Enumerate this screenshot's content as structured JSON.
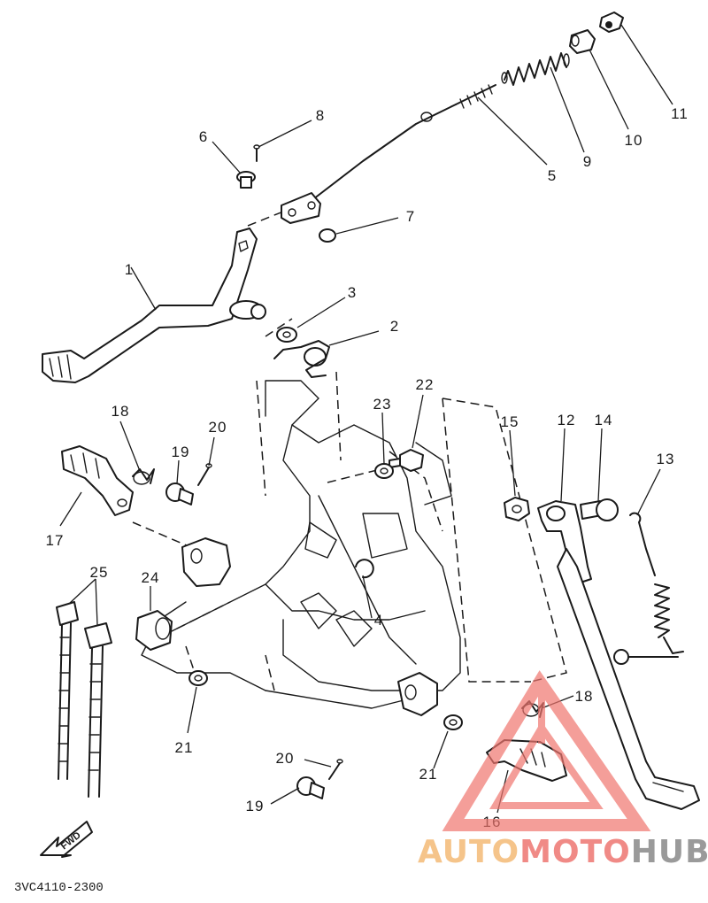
{
  "diagram": {
    "part_code": "3VC4110-2300",
    "fwd_label": "FWD",
    "callouts": [
      {
        "id": "c1",
        "label": "1"
      },
      {
        "id": "c2",
        "label": "2"
      },
      {
        "id": "c3",
        "label": "3"
      },
      {
        "id": "c4",
        "label": "4"
      },
      {
        "id": "c5",
        "label": "5"
      },
      {
        "id": "c6",
        "label": "6"
      },
      {
        "id": "c7",
        "label": "7"
      },
      {
        "id": "c8",
        "label": "8"
      },
      {
        "id": "c9",
        "label": "9"
      },
      {
        "id": "c10",
        "label": "10"
      },
      {
        "id": "c11",
        "label": "11"
      },
      {
        "id": "c12",
        "label": "12"
      },
      {
        "id": "c13",
        "label": "13"
      },
      {
        "id": "c14",
        "label": "14"
      },
      {
        "id": "c15",
        "label": "15"
      },
      {
        "id": "c16",
        "label": "16"
      },
      {
        "id": "c17",
        "label": "17"
      },
      {
        "id": "c18a",
        "label": "18"
      },
      {
        "id": "c18b",
        "label": "18"
      },
      {
        "id": "c19a",
        "label": "19"
      },
      {
        "id": "c19b",
        "label": "19"
      },
      {
        "id": "c20a",
        "label": "20"
      },
      {
        "id": "c20b",
        "label": "20"
      },
      {
        "id": "c21a",
        "label": "21"
      },
      {
        "id": "c21b",
        "label": "21"
      },
      {
        "id": "c22",
        "label": "22"
      },
      {
        "id": "c23",
        "label": "23"
      },
      {
        "id": "c24",
        "label": "24"
      },
      {
        "id": "c25",
        "label": "25"
      }
    ]
  },
  "watermark": {
    "part1": "AUTO",
    "part2": "MOTO",
    "part3": "HUB",
    "color_part1": "#f5c48a",
    "color_part2": "#f08a86",
    "color_part3": "#9a9a9a",
    "triangle_color": "#f0766f"
  }
}
